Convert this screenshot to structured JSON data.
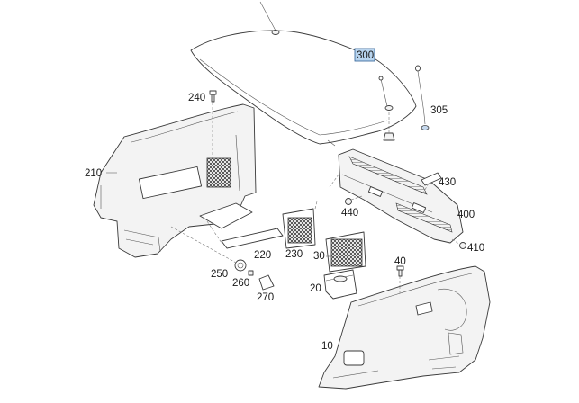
{
  "diagram": {
    "highlight_color": "#b8d4ee",
    "labels": {
      "l10": "10",
      "l20": "20",
      "l30": "30",
      "l40": "40",
      "l210": "210",
      "l220": "220",
      "l230": "230",
      "l240": "240",
      "l250": "250",
      "l260": "260",
      "l270": "270",
      "l300": "300",
      "l305": "305",
      "l400": "400",
      "l410": "410",
      "l430": "430",
      "l440": "440"
    }
  }
}
